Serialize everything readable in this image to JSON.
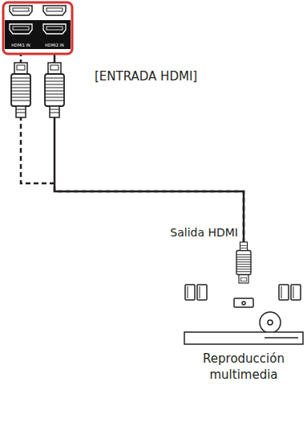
{
  "diagram": {
    "nodes": [
      {
        "text": [
          "HDMI1 IN"
        ]
      },
      {
        "text": [
          "HDMI2 IN"
        ]
      },
      {
        "text": [
          "Reproducción multimedia"
        ]
      }
    ],
    "edges": [
      {
        "from": 2,
        "to": 0,
        "arrow": "none"
      },
      {
        "from": 2,
        "to": 1,
        "arrow": "none"
      }
    ],
    "labels": [
      "[ENTRADA HDMI]",
      "Salida HDMI"
    ]
  }
}
